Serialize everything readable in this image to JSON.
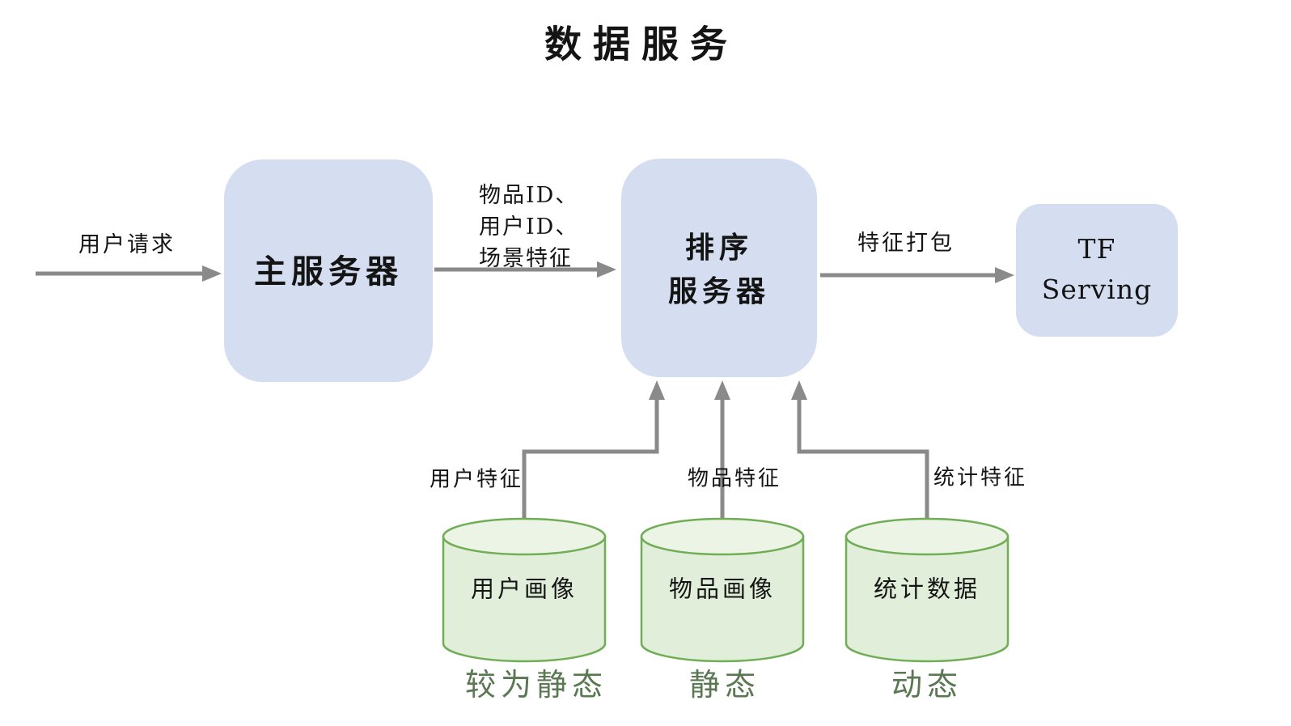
{
  "title": "数据服务",
  "nodes": {
    "main_server": {
      "label": "主服务器"
    },
    "ranking_server": {
      "lines": [
        "排序",
        "服务器"
      ]
    },
    "tf_serving": {
      "lines": [
        "TF",
        "Serving"
      ]
    }
  },
  "edges": {
    "user_request": {
      "label": "用户请求"
    },
    "ids_to_ranking": {
      "lines": [
        "物品ID、",
        "用户ID、",
        "场景特征"
      ]
    },
    "feature_pack": {
      "label": "特征打包"
    },
    "user_feature": {
      "label": "用户特征"
    },
    "item_feature": {
      "label": "物品特征"
    },
    "stat_feature": {
      "label": "统计特征"
    }
  },
  "databases": [
    {
      "label": "用户画像",
      "annotation": "较为静态"
    },
    {
      "label": "物品画像",
      "annotation": "静态"
    },
    {
      "label": "统计数据",
      "annotation": "动态"
    }
  ],
  "colors": {
    "node_fill": "#d5def0",
    "db_fill": "#e1eeda",
    "db_top_fill": "#ebf4e5",
    "db_stroke": "#70ad55",
    "arrow": "#8a8a8a",
    "annotation_text": "#5a7852",
    "text": "#141414"
  }
}
